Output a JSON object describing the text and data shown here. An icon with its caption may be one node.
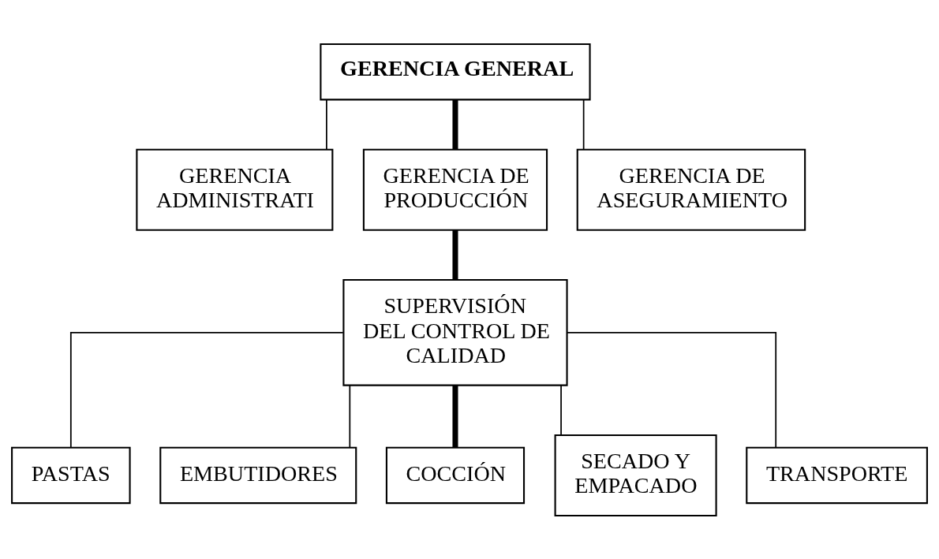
{
  "diagram": {
    "nodes": [
      {
        "text": [
          "GERENCIA GENERAL"
        ]
      },
      {
        "text": [
          "GERENCIA ADMINISTRATI"
        ]
      },
      {
        "text": [
          "GERENCIA DE PRODUCCIÓN"
        ]
      },
      {
        "text": [
          "GERENCIA DE ASEGURAMIENTO"
        ]
      },
      {
        "text": [
          "SUPERVISIÓN DEL CONTROL DE CALIDAD"
        ]
      },
      {
        "text": [
          "PASTAS"
        ]
      },
      {
        "text": [
          "EMBUTIDORES"
        ]
      },
      {
        "text": [
          "COCCIÓN"
        ]
      },
      {
        "text": [
          "SECADO Y EMPACADO"
        ]
      },
      {
        "text": [
          "TRANSPORTE"
        ]
      }
    ],
    "edges": [
      {
        "from": 0,
        "to": 1,
        "arrow": "none"
      },
      {
        "from": 0,
        "to": 2,
        "arrow": "none",
        "style": "thick"
      },
      {
        "from": 0,
        "to": 3,
        "arrow": "none"
      },
      {
        "from": 2,
        "to": 4,
        "arrow": "none",
        "style": "thick"
      },
      {
        "from": 4,
        "to": 5,
        "arrow": "none"
      },
      {
        "from": 4,
        "to": 6,
        "arrow": "none"
      },
      {
        "from": 4,
        "to": 7,
        "arrow": "none",
        "style": "thick"
      },
      {
        "from": 4,
        "to": 8,
        "arrow": "none"
      },
      {
        "from": 4,
        "to": 9,
        "arrow": "none"
      }
    ]
  }
}
